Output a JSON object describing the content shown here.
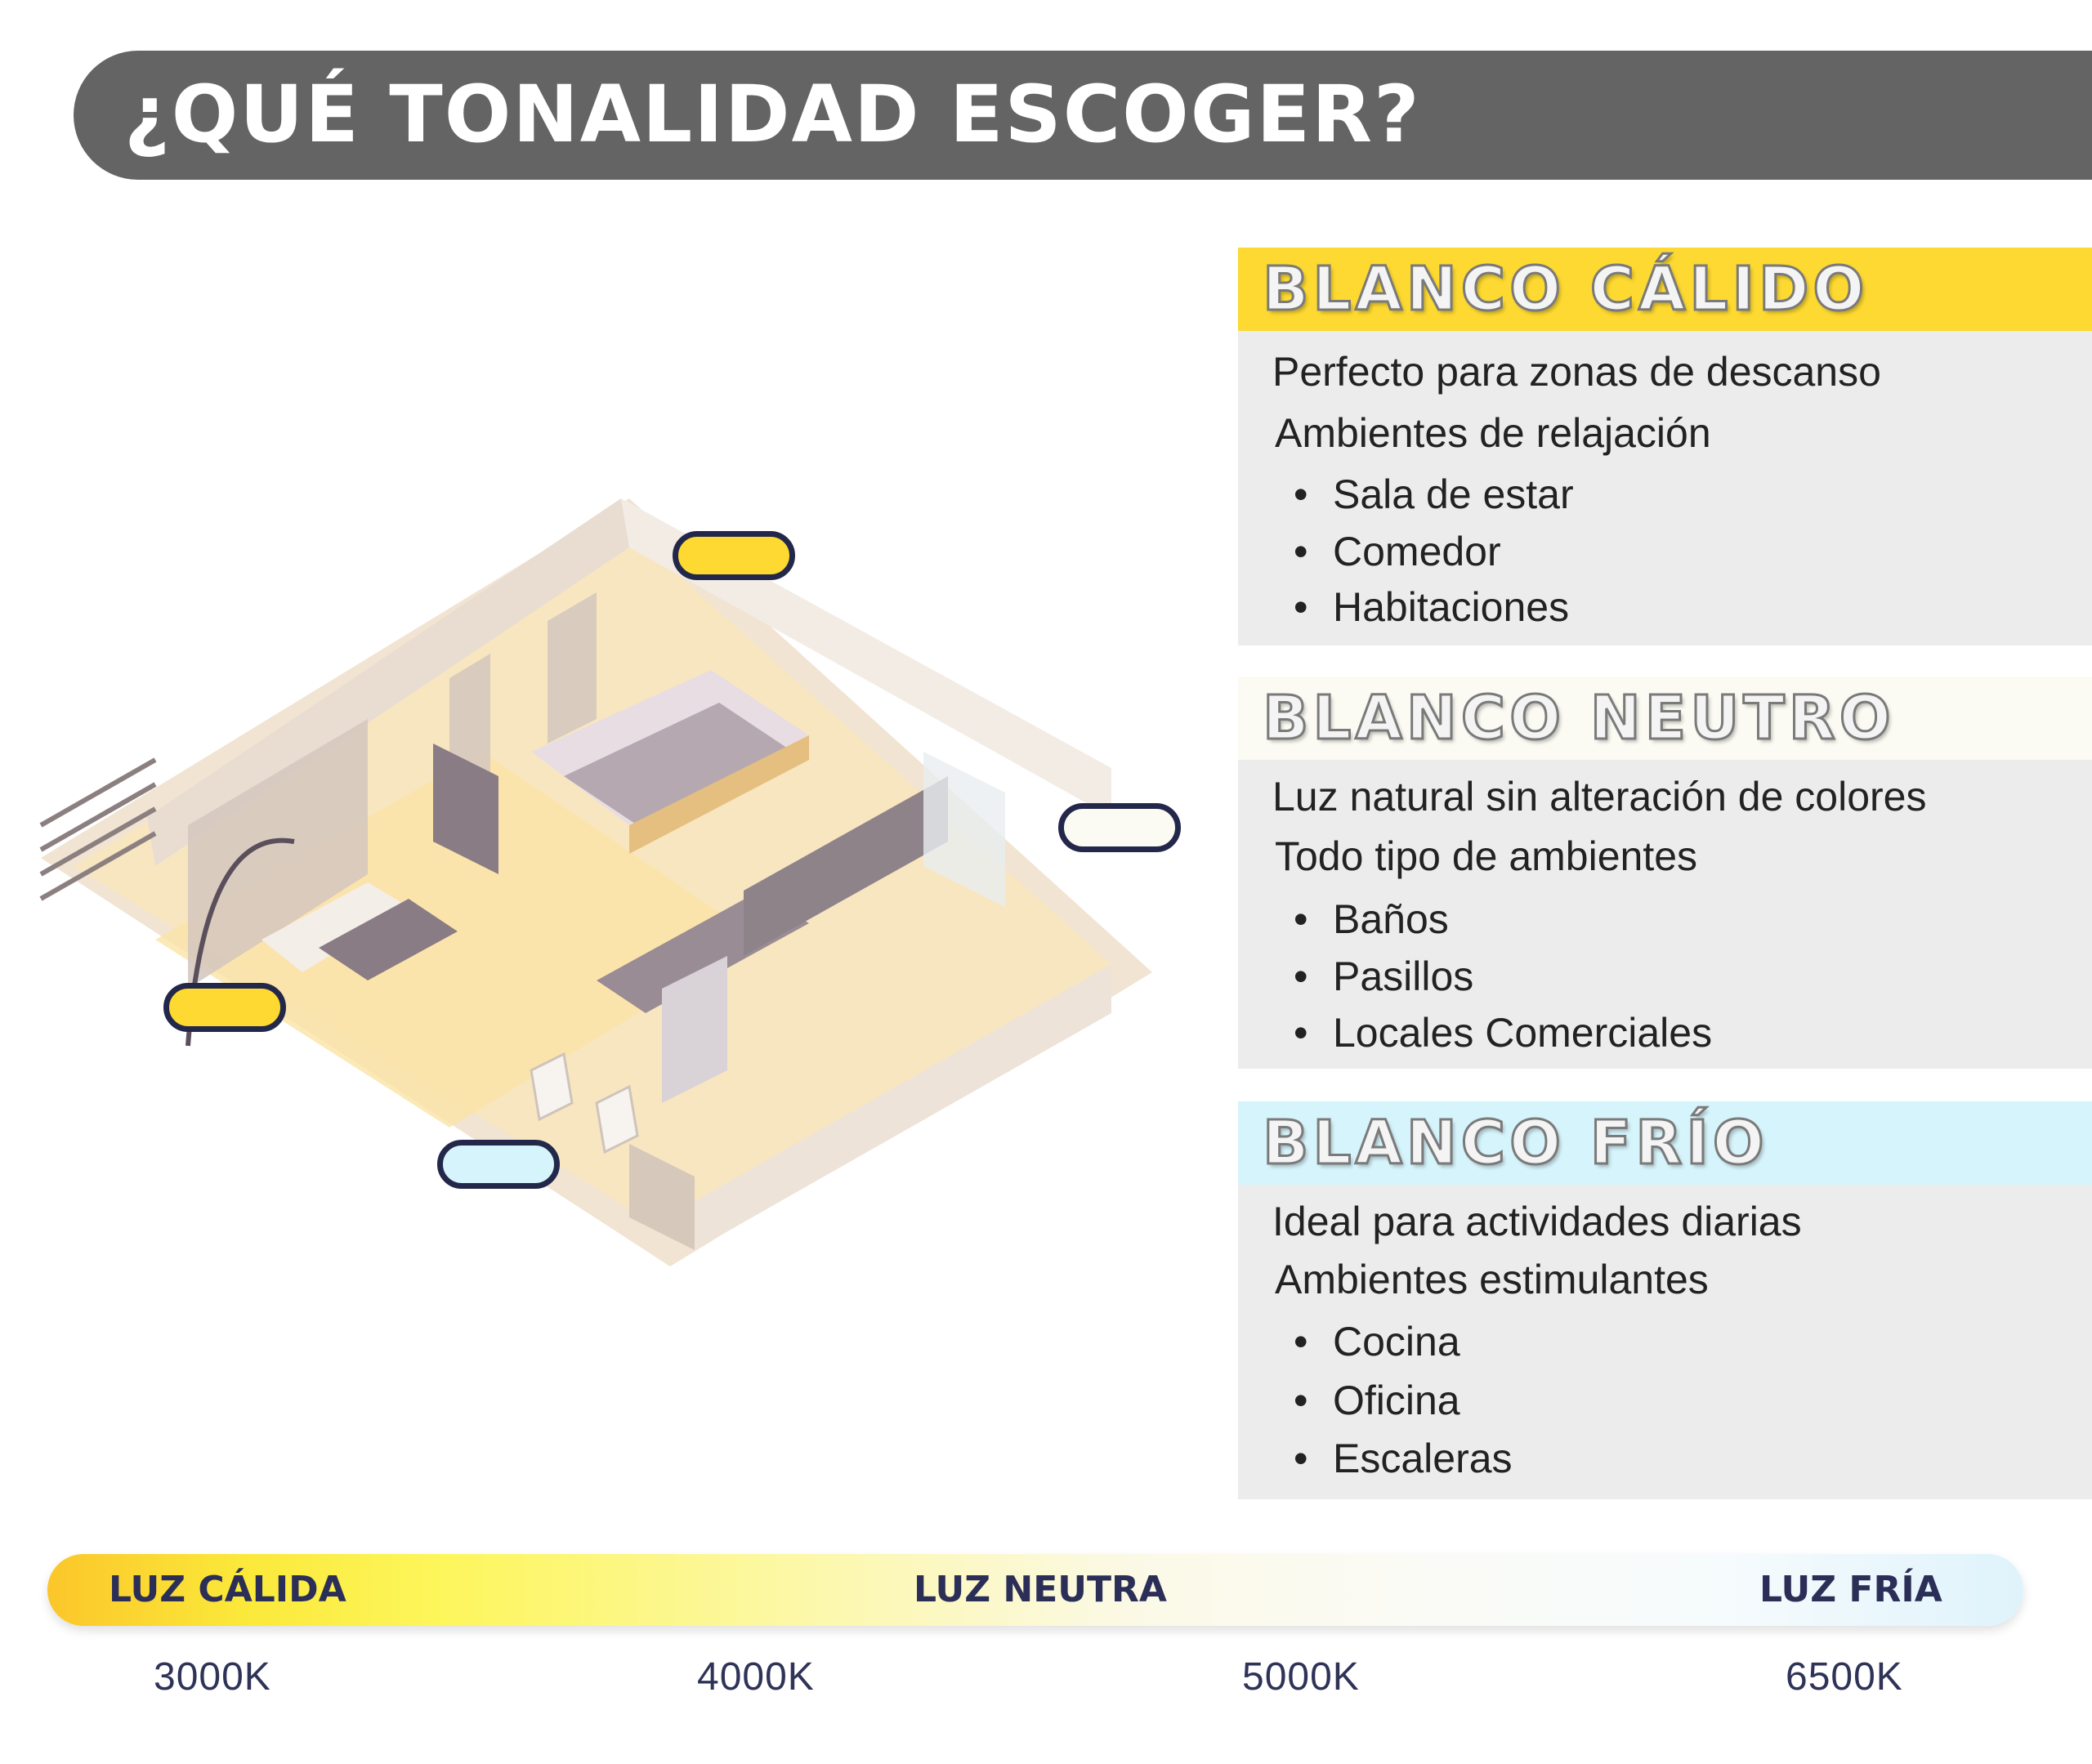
{
  "header": {
    "title": "¿QUÉ TONALIDAD ESCOGER?"
  },
  "colors": {
    "header_bg": "#646464",
    "calido": "#fdd931",
    "neutro": "#fbfbf3",
    "frio": "#d6f4fb",
    "card_bg": "#ececec",
    "pill_border": "#23284b"
  },
  "cards": [
    {
      "heading": "BLANCO CÁLIDO",
      "line1": "Perfecto para zonas de descanso",
      "line2": "Ambientes de relajación",
      "items": [
        "Sala de estar",
        "Comedor",
        "Habitaciones"
      ]
    },
    {
      "heading": "BLANCO NEUTRO",
      "line1": "Luz natural sin alteración de colores",
      "line2": "Todo tipo de ambientes",
      "items": [
        "Baños",
        "Pasillos",
        "Locales Comerciales"
      ]
    },
    {
      "heading": "BLANCO FRÍO",
      "line1": "Ideal para actividades diarias",
      "line2": "Ambientes estimulantes",
      "items": [
        "Cocina",
        "Oficina",
        "Escaleras"
      ]
    }
  ],
  "scale": {
    "labels": [
      "LUZ CÁLIDA",
      "LUZ NEUTRA",
      "LUZ FRÍA"
    ],
    "kelvin": [
      "3000K",
      "4000K",
      "5000K",
      "6500K"
    ]
  },
  "bullet_char": "•"
}
